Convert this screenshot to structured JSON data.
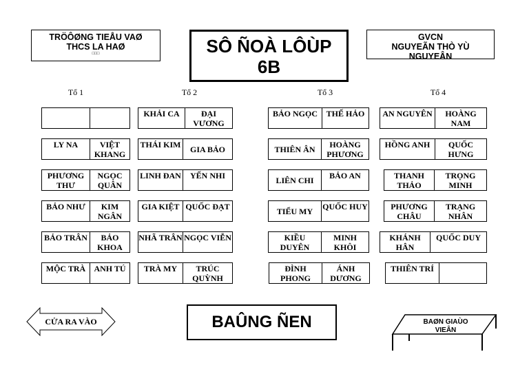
{
  "header": {
    "school_line1": "TRÖÔØNG TIEÅU VAØ",
    "school_line2": "THCS LA HAØ",
    "school_note": "□□□",
    "title_line1": "SÔ ÑOÀ LÔÙP",
    "title_line2": "6B",
    "teacher_line1": "GVCN",
    "teacher_line2": "NGUYEÃN THÒ YÙ",
    "teacher_line3": "NGUYEÂN"
  },
  "groups": [
    "Tổ 1",
    "Tổ 2",
    "Tổ 3",
    "Tổ 4"
  ],
  "desks": [
    [
      [
        "",
        ""
      ],
      [
        "KHẢI CA",
        "ĐẠI VƯƠNG"
      ],
      [
        "BẢO NGỌC",
        "THẾ HẢO"
      ],
      [
        "AN NGUYÊN",
        "HOÀNG NAM"
      ]
    ],
    [
      [
        "LY NA",
        "VIỆT KHANG"
      ],
      [
        "THÁI KIM",
        "GIA BẢO"
      ],
      [
        "THIÊN ÂN",
        "HOÀNG PHƯƠNG"
      ],
      [
        "HỒNG ANH",
        "QUỐC HƯNG"
      ]
    ],
    [
      [
        "PHƯƠNG THƯ",
        "NGỌC QUÂN"
      ],
      [
        "LINH ĐAN",
        "YẾN NHI"
      ],
      [
        "LIÊN CHI",
        "BẢO AN"
      ],
      [
        "THANH THẢO",
        "TRỌNG MINH"
      ]
    ],
    [
      [
        "BẢO NHƯ",
        "KIM NGÂN"
      ],
      [
        "GIA KIỆT",
        "QUỐC ĐẠT"
      ],
      [
        "TIỂU MY",
        "QUỐC HUY"
      ],
      [
        "PHƯƠNG CHÂU",
        "TRẠNG NHÂN"
      ]
    ],
    [
      [
        "BẢO TRÂN",
        "BẢO KHOA"
      ],
      [
        "NHÃ TRÂN",
        "NGỌC VIỄN"
      ],
      [
        "KIỀU DUYÊN",
        "MINH KHÔI"
      ],
      [
        "KHÁNH HÂN",
        "QUỐC DUY"
      ]
    ],
    [
      [
        "MỘC TRÀ",
        "ANH TÚ"
      ],
      [
        "TRÀ MY",
        "TRÚC QUỲNH"
      ],
      [
        "ĐÌNH PHONG",
        "ÁNH DƯƠNG"
      ],
      [
        "THIÊN TRÍ",
        ""
      ]
    ]
  ],
  "door_label": "CỬA RA VÀO",
  "board_label": "BAÛNG ÑEN",
  "teacher_desk_line1": "BAØN GIAÙO",
  "teacher_desk_line2": "VIEÂN"
}
